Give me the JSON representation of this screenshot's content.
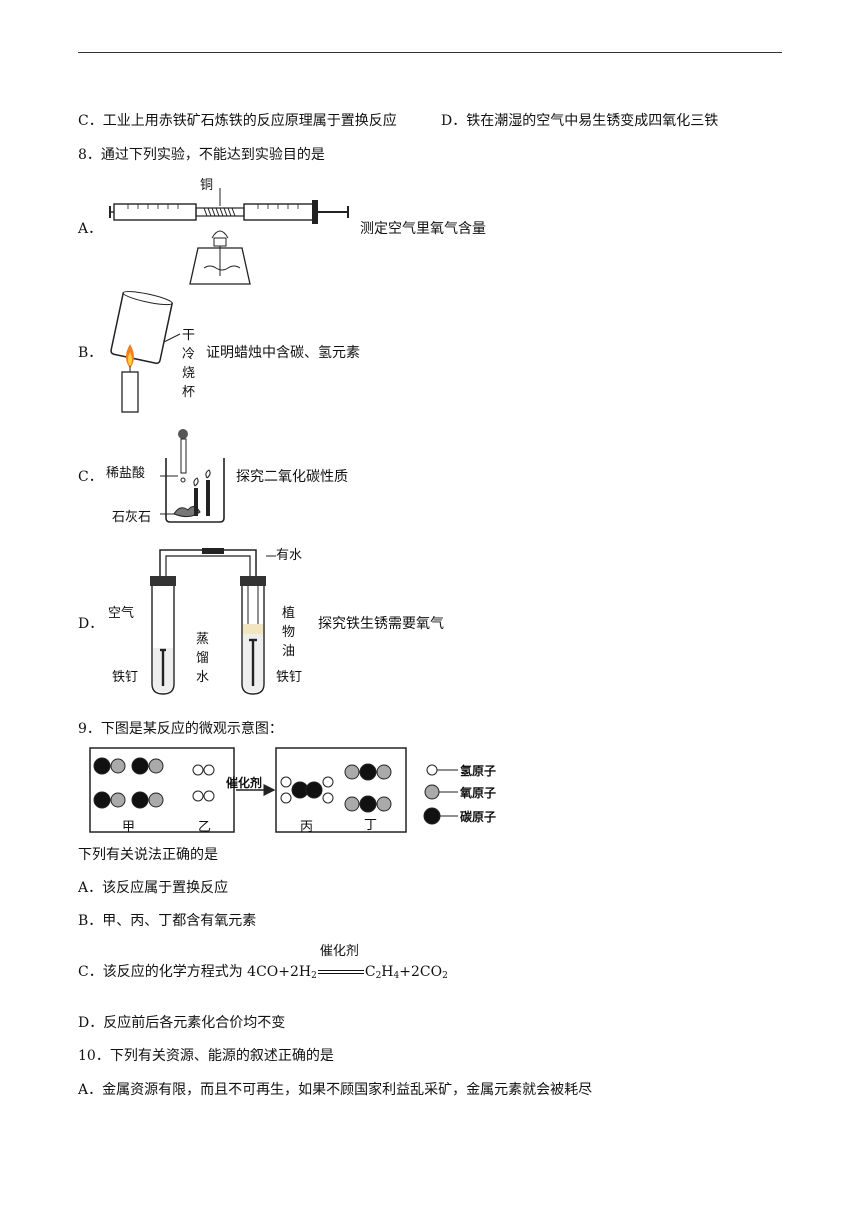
{
  "q7": {
    "option_c": "C．工业上用赤铁矿石炼铁的反应原理属于置换反应",
    "option_d": "D．铁在潮湿的空气中易生锈变成四氧化三铁"
  },
  "q8": {
    "stem": "8．通过下列实验，不能达到实验目的是",
    "a": {
      "letter": "A．",
      "text": "测定空气里氧气含量",
      "label_copper": "铜"
    },
    "b": {
      "letter": "B．",
      "text": "证明蜡烛中含碳、氢元素",
      "label_beaker": "干冷烧杯"
    },
    "c": {
      "letter": "C．",
      "text": "探究二氧化碳性质",
      "label_acid": "稀盐酸",
      "label_limestone": "石灰石"
    },
    "d": {
      "letter": "D．",
      "text": "探究铁生锈需要氧气",
      "label_water": "有水",
      "label_air": "空气",
      "label_distilled": "蒸馏水",
      "label_oil": "植物油",
      "label_nail_left": "铁钉",
      "label_nail_right": "铁钉"
    }
  },
  "q9": {
    "stem": "9．下图是某反应的微观示意图：",
    "diagram": {
      "catalyst": "催化剂",
      "jia": "甲",
      "yi": "乙",
      "bing": "丙",
      "ding": "丁",
      "legend_h": "氢原子",
      "legend_o": "氧原子",
      "legend_c": "碳原子"
    },
    "prompt": "下列有关说法正确的是",
    "a": "A．该反应属于置换反应",
    "b": "B．甲、丙、丁都含有氧元素",
    "c_prefix": "C．该反应的化学方程式为 4CO+2H",
    "c_sub1": "2",
    "c_catalyst": "催化剂",
    "c_prod1": "C",
    "c_sub2": "2",
    "c_prod2": "H",
    "c_sub3": "4",
    "c_prod3": "+2CO",
    "c_sub4": "2",
    "d": "D．反应前后各元素化合价均不变"
  },
  "q10": {
    "stem": "10．下列有关资源、能源的叙述正确的是",
    "a": "A．金属资源有限，而且不可再生，如果不顾国家利益乱采矿，金属元素就会被耗尽"
  }
}
